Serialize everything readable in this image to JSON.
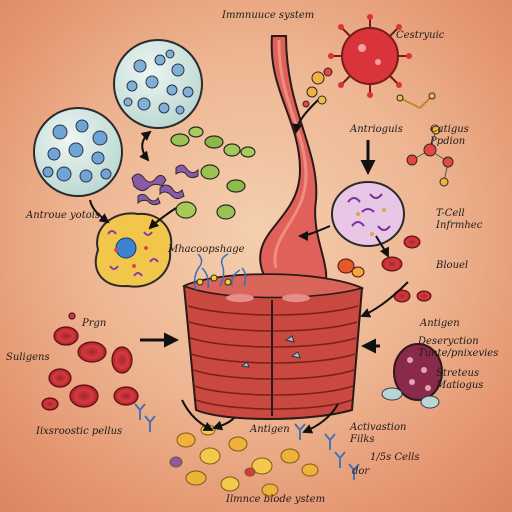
{
  "labels": {
    "title": "Immnuuce system",
    "top_right": "Cestryuic",
    "antriouis": "Antrioguis",
    "catigus_1": "Catigus",
    "catigus_2": "Ppdion",
    "left_upper": "Antroue yotois",
    "macrophage": "Mhacoopshage",
    "tcell_1": "T-Cell",
    "tcell_2": "Infrmhec",
    "blouel": "Blouel",
    "antigen_right": "Antigen",
    "deser_1": "Deseryction",
    "deser_2": "Tunte/pnixevies",
    "streteus_1": "Streteus",
    "streteus_2": "Matiogus",
    "prgn": "Prgn",
    "suligens": "Suligens",
    "lixsroostic": "Iixsroostic pellus",
    "antigen_bottom": "Antigen",
    "activation_1": "Activastion",
    "activation_2": "Filks",
    "cells": "1/5s Cells",
    "dor": "dor",
    "bottom": "Ilmnce blode ystem"
  },
  "colors": {
    "background": "#eeb693",
    "muscle_red": "#d9534f",
    "vessel_red": "#e0605a",
    "outline": "#2a1a1a"
  },
  "icons": {
    "virus": "virus-icon",
    "arrows": "arrow-icon"
  }
}
